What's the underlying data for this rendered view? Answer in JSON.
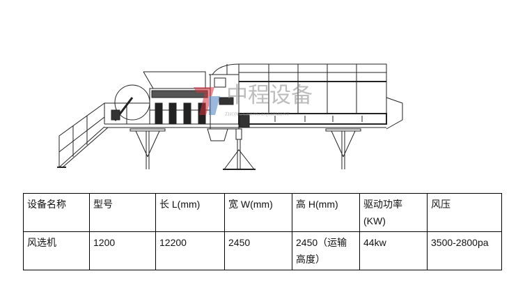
{
  "drawing": {
    "watermark_cn": "中程设备",
    "watermark_en": "ZHONG CHENG EQUIPMENT"
  },
  "table": {
    "headers": [
      "设备名称",
      "型号",
      "长 L(mm)",
      "宽 W(mm)",
      "高 H(mm)",
      "驱动功率(KW)",
      "风压"
    ],
    "rows": [
      [
        "风选机",
        "1200",
        "12200",
        "2450",
        "2450（运输高度）",
        "44kw",
        "3500-2800pa"
      ]
    ]
  }
}
